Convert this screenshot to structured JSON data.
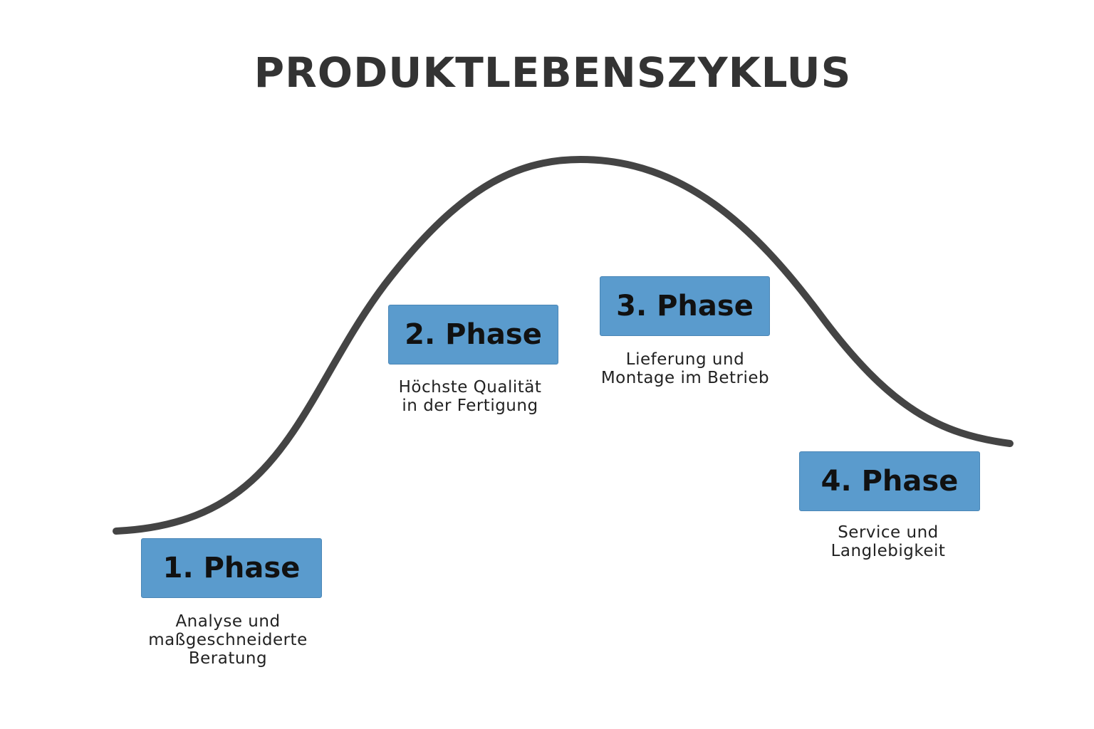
{
  "title": "PRODUKTLEBENSZYKLUS",
  "colors": {
    "curve": "#444444",
    "box": "#5a9bcd",
    "title": "#333333"
  },
  "phases": [
    {
      "label": "1. Phase",
      "description": [
        "Analyse und",
        "maßgeschneiderte",
        "Beratung"
      ]
    },
    {
      "label": "2. Phase",
      "description": [
        "Höchste Qualität",
        "in der Fertigung"
      ]
    },
    {
      "label": "3. Phase",
      "description": [
        "Lieferung und",
        "Montage im Betrieb"
      ]
    },
    {
      "label": "4. Phase",
      "description": [
        "Service und",
        "Langlebigkeit"
      ]
    }
  ]
}
